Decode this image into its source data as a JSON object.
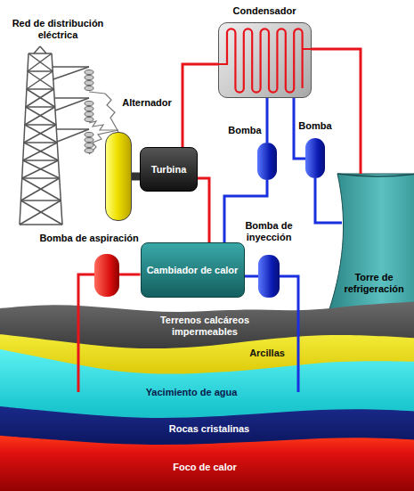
{
  "diagram": {
    "nodes": [
      {
        "text": [
          "Red de distribución eléctrica"
        ]
      },
      {
        "text": [
          "Condensador"
        ]
      },
      {
        "text": [
          "Alternador"
        ]
      },
      {
        "text": [
          "Turbina"
        ]
      },
      {
        "text": [
          "Bomba"
        ]
      },
      {
        "text": [
          "Bomba"
        ]
      },
      {
        "text": [
          "Bomba de aspiración"
        ]
      },
      {
        "text": [
          "Cambiador de calor"
        ]
      },
      {
        "text": [
          "Bomba de inyección"
        ]
      },
      {
        "text": [
          "Torre de refrigeración"
        ]
      },
      {
        "text": [
          "Terrenos calcáreos impermeables"
        ]
      },
      {
        "text": [
          "Arcillas"
        ]
      },
      {
        "text": [
          "Yacimiento de agua"
        ]
      },
      {
        "text": [
          "Rocas cristalinas"
        ]
      },
      {
        "text": [
          "Foco de calor"
        ]
      }
    ],
    "edges": [
      {
        "from": 0,
        "to": 2,
        "arrow": "none"
      },
      {
        "from": 2,
        "to": 3,
        "arrow": "none"
      },
      {
        "from": 3,
        "to": 1,
        "arrow": "none"
      },
      {
        "from": 1,
        "to": 4,
        "arrow": "none"
      },
      {
        "from": 4,
        "to": 7,
        "arrow": "none"
      },
      {
        "from": 7,
        "to": 3,
        "arrow": "none"
      },
      {
        "from": 1,
        "to": 5,
        "arrow": "none"
      },
      {
        "from": 5,
        "to": 9,
        "arrow": "none"
      },
      {
        "from": 1,
        "to": 9,
        "arrow": "none"
      },
      {
        "from": 6,
        "to": 7,
        "arrow": "none"
      },
      {
        "from": 7,
        "to": 8,
        "arrow": "none"
      },
      {
        "from": 8,
        "to": 12,
        "arrow": "none"
      },
      {
        "from": 12,
        "to": 6,
        "arrow": "none"
      }
    ]
  }
}
